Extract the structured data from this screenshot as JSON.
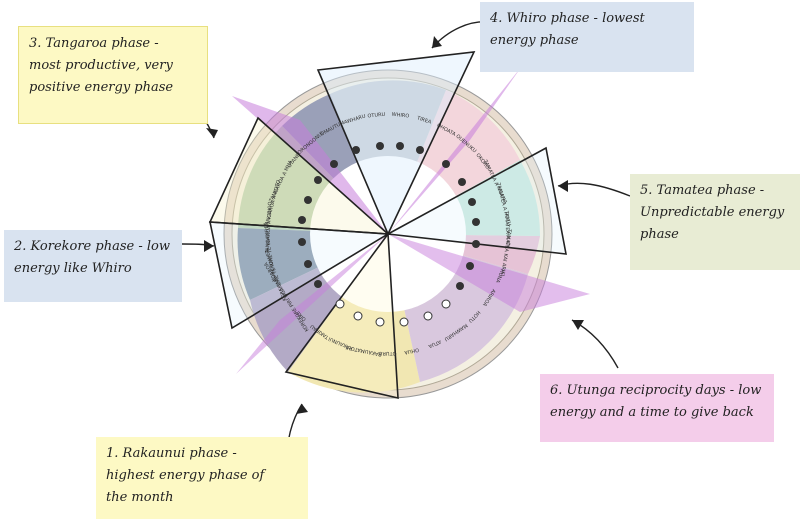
{
  "notes": {
    "tangaroa": {
      "lines": [
        "3. Tangaroa phase -",
        "most productive, very",
        "positive energy phase"
      ]
    },
    "whiro": {
      "lines": [
        "4. Whiro phase - lowest",
        "energy phase"
      ]
    },
    "korekore": {
      "lines": [
        "2. Korekore phase - low",
        "energy like Whiro"
      ]
    },
    "tamatea": {
      "lines": [
        "5. Tamatea phase -",
        "Unpredictable energy",
        "phase"
      ]
    },
    "utunga": {
      "lines": [
        "6. Utunga reciprocity days - low",
        "energy and a time to give back"
      ]
    },
    "rakaunui": {
      "lines": [
        "1. Rakaunui phase -",
        "highest energy phase of",
        "the month"
      ]
    }
  },
  "ring_labels": [
    "WHIRO",
    "TIREA",
    "OHOATA",
    "OUENUKU",
    "OKORO",
    "TAMATEA A NGANA",
    "TAMATEA A HOTU",
    "TAMATEA A IO",
    "TAMATEA KAI ARIKI",
    "HUNA",
    "ARIROA",
    "HOTU",
    "MAWHARU",
    "ATUA",
    "OHUA",
    "OTURU",
    "RAKAUMATOHI",
    "RAKAUNUI",
    "TAKIRAU",
    "OIKE",
    "KOREKORE PIRI NGA TANGAROA",
    "KOREKORE TE RAWEA",
    "KOREKORE TE WHIWHIA",
    "TANGAROA A KIOKIO",
    "TANGAROA A ROTO",
    "TANGAROA A MUA",
    "OTANE",
    "ORONGONUI",
    "OMAUTU",
    "MAWHARU",
    "OTURU"
  ],
  "colors": {
    "rakaunui": "#f1e7b2",
    "korekore": "#7f8fa1",
    "tangaroa": "#b9d0b0",
    "whiro": "#c4c8cf",
    "tamatea": "#c9e8de",
    "utunga": "#e6c3d6",
    "wedge_pink": "#c77ddb",
    "outline": "#222222"
  }
}
